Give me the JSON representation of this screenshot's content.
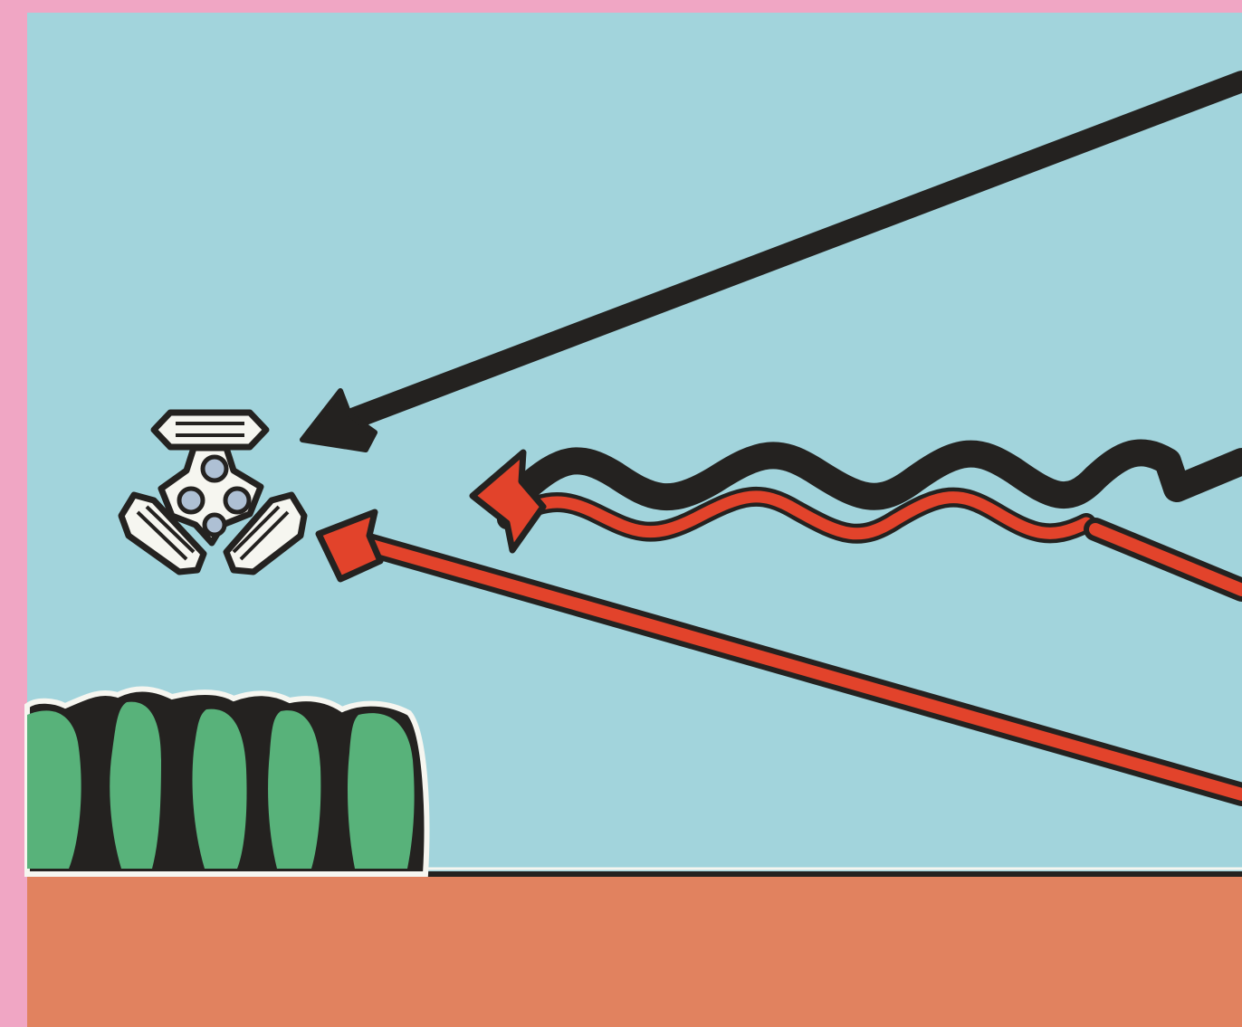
{
  "colors": {
    "border": "#f0a6c4",
    "sky": "#a2d4dc",
    "ground": "#e1825f",
    "ink": "#242220",
    "red": "#e2432b",
    "tree": "#58b27a",
    "satellite_fill": "#aec0d4",
    "outline_white": "#f6f6f0"
  },
  "elements": {
    "satellite": {
      "icon": "satellite-icon"
    },
    "trees": {
      "icon": "tree-icon",
      "count": 5
    },
    "arrows": [
      {
        "style": "straight",
        "color": "ink"
      },
      {
        "style": "wavy",
        "color": "red-with-ink-shadow"
      },
      {
        "style": "straight",
        "color": "red"
      }
    ]
  }
}
